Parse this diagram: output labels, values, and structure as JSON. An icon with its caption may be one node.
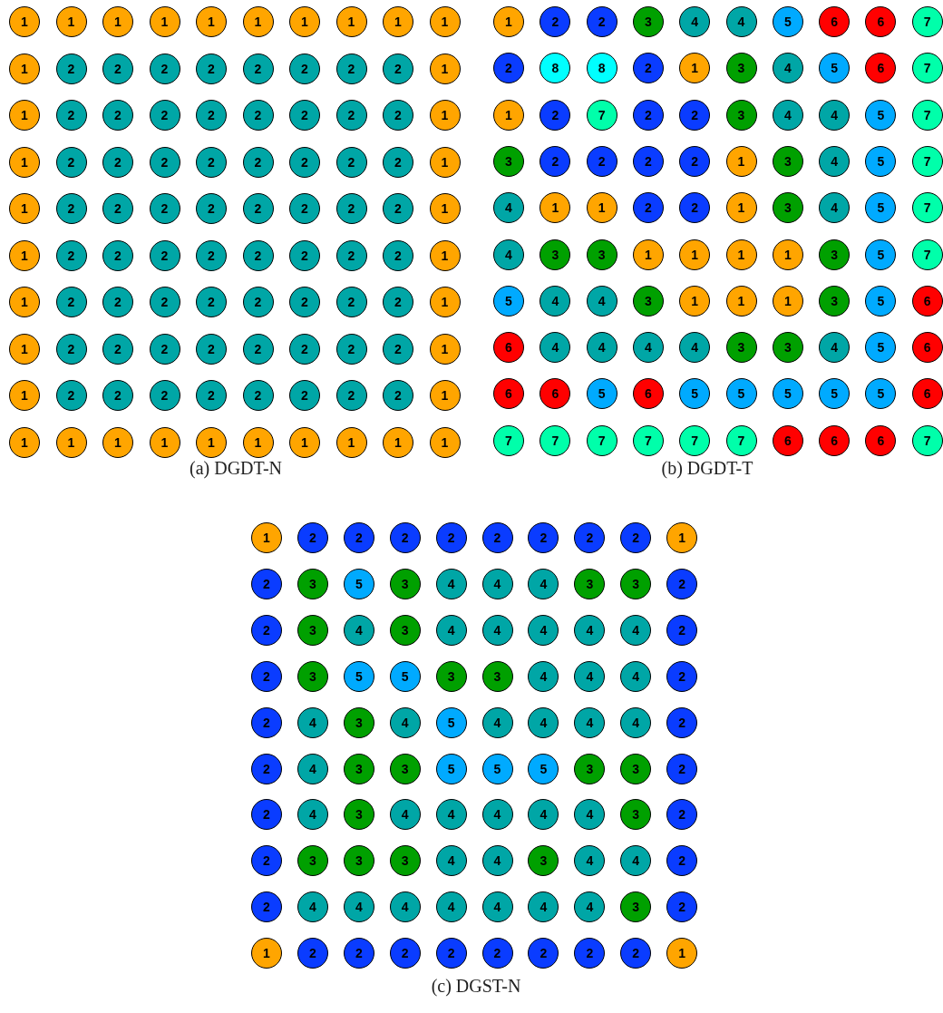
{
  "diagram": {
    "nodes": [
      {
        "text": [
          "1"
        ]
      },
      {
        "text": [
          "1"
        ]
      },
      {
        "text": [
          "1"
        ]
      },
      {
        "text": [
          "1"
        ]
      },
      {
        "text": [
          "1"
        ]
      },
      {
        "text": [
          "1"
        ]
      },
      {
        "text": [
          "1"
        ]
      },
      {
        "text": [
          "1"
        ]
      },
      {
        "text": [
          "1"
        ]
      },
      {
        "text": [
          "1"
        ]
      },
      {
        "text": [
          "1"
        ]
      },
      {
        "text": [
          "2"
        ]
      },
      {
        "text": [
          "2"
        ]
      },
      {
        "text": [
          "2"
        ]
      },
      {
        "text": [
          "2"
        ]
      },
      {
        "text": [
          "2"
        ]
      },
      {
        "text": [
          "2"
        ]
      },
      {
        "text": [
          "2"
        ]
      },
      {
        "text": [
          "2"
        ]
      },
      {
        "text": [
          "1"
        ]
      },
      {
        "text": [
          "1"
        ]
      },
      {
        "text": [
          "2"
        ]
      },
      {
        "text": [
          "2"
        ]
      },
      {
        "text": [
          "2"
        ]
      },
      {
        "text": [
          "2"
        ]
      },
      {
        "text": [
          "2"
        ]
      },
      {
        "text": [
          "2"
        ]
      },
      {
        "text": [
          "2"
        ]
      },
      {
        "text": [
          "2"
        ]
      },
      {
        "text": [
          "1"
        ]
      },
      {
        "text": [
          "1"
        ]
      },
      {
        "text": [
          "2"
        ]
      },
      {
        "text": [
          "2"
        ]
      },
      {
        "text": [
          "2"
        ]
      },
      {
        "text": [
          "2"
        ]
      },
      {
        "text": [
          "2"
        ]
      },
      {
        "text": [
          "2"
        ]
      },
      {
        "text": [
          "2"
        ]
      },
      {
        "text": [
          "2"
        ]
      },
      {
        "text": [
          "1"
        ]
      },
      {
        "text": [
          "1"
        ]
      },
      {
        "text": [
          "2"
        ]
      },
      {
        "text": [
          "2"
        ]
      },
      {
        "text": [
          "2"
        ]
      },
      {
        "text": [
          "2"
        ]
      },
      {
        "text": [
          "2"
        ]
      },
      {
        "text": [
          "2"
        ]
      },
      {
        "text": [
          "2"
        ]
      },
      {
        "text": [
          "2"
        ]
      },
      {
        "text": [
          "1"
        ]
      },
      {
        "text": [
          "1"
        ]
      },
      {
        "text": [
          "2"
        ]
      },
      {
        "text": [
          "2"
        ]
      },
      {
        "text": [
          "2"
        ]
      },
      {
        "text": [
          "2"
        ]
      },
      {
        "text": [
          "2"
        ]
      },
      {
        "text": [
          "2"
        ]
      },
      {
        "text": [
          "2"
        ]
      },
      {
        "text": [
          "2"
        ]
      },
      {
        "text": [
          "1"
        ]
      },
      {
        "text": [
          "1"
        ]
      },
      {
        "text": [
          "2"
        ]
      },
      {
        "text": [
          "2"
        ]
      },
      {
        "text": [
          "2"
        ]
      },
      {
        "text": [
          "2"
        ]
      },
      {
        "text": [
          "2"
        ]
      },
      {
        "text": [
          "2"
        ]
      },
      {
        "text": [
          "2"
        ]
      },
      {
        "text": [
          "2"
        ]
      },
      {
        "text": [
          "1"
        ]
      },
      {
        "text": [
          "1"
        ]
      },
      {
        "text": [
          "2"
        ]
      },
      {
        "text": [
          "2"
        ]
      },
      {
        "text": [
          "2"
        ]
      },
      {
        "text": [
          "2"
        ]
      },
      {
        "text": [
          "2"
        ]
      },
      {
        "text": [
          "2"
        ]
      },
      {
        "text": [
          "2"
        ]
      },
      {
        "text": [
          "2"
        ]
      },
      {
        "text": [
          "1"
        ]
      },
      {
        "text": [
          "1"
        ]
      },
      {
        "text": [
          "2"
        ]
      },
      {
        "text": [
          "2"
        ]
      },
      {
        "text": [
          "2"
        ]
      },
      {
        "text": [
          "2"
        ]
      },
      {
        "text": [
          "2"
        ]
      },
      {
        "text": [
          "2"
        ]
      },
      {
        "text": [
          "2"
        ]
      },
      {
        "text": [
          "2"
        ]
      },
      {
        "text": [
          "1"
        ]
      },
      {
        "text": [
          "1"
        ]
      },
      {
        "text": [
          "1"
        ]
      },
      {
        "text": [
          "1"
        ]
      },
      {
        "text": [
          "1"
        ]
      },
      {
        "text": [
          "1"
        ]
      },
      {
        "text": [
          "1"
        ]
      },
      {
        "text": [
          "1"
        ]
      },
      {
        "text": [
          "1"
        ]
      },
      {
        "text": [
          "1"
        ]
      },
      {
        "text": [
          "1"
        ]
      },
      {
        "text": [
          "1"
        ]
      },
      {
        "text": [
          "2"
        ]
      },
      {
        "text": [
          "2"
        ]
      },
      {
        "text": [
          "3"
        ]
      },
      {
        "text": [
          "4"
        ]
      },
      {
        "text": [
          "4"
        ]
      },
      {
        "text": [
          "5"
        ]
      },
      {
        "text": [
          "6"
        ]
      },
      {
        "text": [
          "6"
        ]
      },
      {
        "text": [
          "7"
        ]
      },
      {
        "text": [
          "2"
        ]
      },
      {
        "text": [
          "8"
        ]
      },
      {
        "text": [
          "8"
        ]
      },
      {
        "text": [
          "2"
        ]
      },
      {
        "text": [
          "1"
        ]
      },
      {
        "text": [
          "3"
        ]
      },
      {
        "text": [
          "4"
        ]
      },
      {
        "text": [
          "5"
        ]
      },
      {
        "text": [
          "6"
        ]
      },
      {
        "text": [
          "7"
        ]
      },
      {
        "text": [
          "1"
        ]
      },
      {
        "text": [
          "2"
        ]
      },
      {
        "text": [
          "7"
        ]
      },
      {
        "text": [
          "2"
        ]
      },
      {
        "text": [
          "2"
        ]
      },
      {
        "text": [
          "3"
        ]
      },
      {
        "text": [
          "4"
        ]
      },
      {
        "text": [
          "4"
        ]
      },
      {
        "text": [
          "5"
        ]
      },
      {
        "text": [
          "7"
        ]
      },
      {
        "text": [
          "3"
        ]
      },
      {
        "text": [
          "2"
        ]
      },
      {
        "text": [
          "2"
        ]
      },
      {
        "text": [
          "2"
        ]
      },
      {
        "text": [
          "2"
        ]
      },
      {
        "text": [
          "1"
        ]
      },
      {
        "text": [
          "3"
        ]
      },
      {
        "text": [
          "4"
        ]
      },
      {
        "text": [
          "5"
        ]
      },
      {
        "text": [
          "7"
        ]
      },
      {
        "text": [
          "4"
        ]
      },
      {
        "text": [
          "1"
        ]
      },
      {
        "text": [
          "1"
        ]
      },
      {
        "text": [
          "2"
        ]
      },
      {
        "text": [
          "2"
        ]
      },
      {
        "text": [
          "1"
        ]
      },
      {
        "text": [
          "3"
        ]
      },
      {
        "text": [
          "4"
        ]
      },
      {
        "text": [
          "5"
        ]
      },
      {
        "text": [
          "7"
        ]
      },
      {
        "text": [
          "4"
        ]
      },
      {
        "text": [
          "3"
        ]
      },
      {
        "text": [
          "3"
        ]
      },
      {
        "text": [
          "1"
        ]
      },
      {
        "text": [
          "1"
        ]
      },
      {
        "text": [
          "1"
        ]
      },
      {
        "text": [
          "1"
        ]
      },
      {
        "text": [
          "3"
        ]
      },
      {
        "text": [
          "5"
        ]
      },
      {
        "text": [
          "7"
        ]
      },
      {
        "text": [
          "5"
        ]
      },
      {
        "text": [
          "4"
        ]
      },
      {
        "text": [
          "4"
        ]
      },
      {
        "text": [
          "3"
        ]
      },
      {
        "text": [
          "1"
        ]
      },
      {
        "text": [
          "1"
        ]
      },
      {
        "text": [
          "1"
        ]
      },
      {
        "text": [
          "3"
        ]
      },
      {
        "text": [
          "5"
        ]
      },
      {
        "text": [
          "6"
        ]
      },
      {
        "text": [
          "6"
        ]
      },
      {
        "text": [
          "4"
        ]
      },
      {
        "text": [
          "4"
        ]
      },
      {
        "text": [
          "4"
        ]
      },
      {
        "text": [
          "4"
        ]
      },
      {
        "text": [
          "3"
        ]
      },
      {
        "text": [
          "3"
        ]
      },
      {
        "text": [
          "4"
        ]
      },
      {
        "text": [
          "5"
        ]
      },
      {
        "text": [
          "6"
        ]
      },
      {
        "text": [
          "6"
        ]
      },
      {
        "text": [
          "6"
        ]
      },
      {
        "text": [
          "5"
        ]
      },
      {
        "text": [
          "6"
        ]
      },
      {
        "text": [
          "5"
        ]
      },
      {
        "text": [
          "5"
        ]
      },
      {
        "text": [
          "5"
        ]
      },
      {
        "text": [
          "5"
        ]
      },
      {
        "text": [
          "5"
        ]
      },
      {
        "text": [
          "6"
        ]
      },
      {
        "text": [
          "7"
        ]
      },
      {
        "text": [
          "7"
        ]
      },
      {
        "text": [
          "7"
        ]
      },
      {
        "text": [
          "7"
        ]
      },
      {
        "text": [
          "7"
        ]
      },
      {
        "text": [
          "7"
        ]
      },
      {
        "text": [
          "6"
        ]
      },
      {
        "text": [
          "6"
        ]
      },
      {
        "text": [
          "6"
        ]
      },
      {
        "text": [
          "7"
        ]
      },
      {
        "text": [
          "1"
        ]
      },
      {
        "text": [
          "2"
        ]
      },
      {
        "text": [
          "2"
        ]
      },
      {
        "text": [
          "2"
        ]
      },
      {
        "text": [
          "2"
        ]
      },
      {
        "text": [
          "2"
        ]
      },
      {
        "text": [
          "2"
        ]
      },
      {
        "text": [
          "2"
        ]
      },
      {
        "text": [
          "2"
        ]
      },
      {
        "text": [
          "1"
        ]
      },
      {
        "text": [
          "2"
        ]
      },
      {
        "text": [
          "3"
        ]
      },
      {
        "text": [
          "5"
        ]
      },
      {
        "text": [
          "3"
        ]
      },
      {
        "text": [
          "4"
        ]
      },
      {
        "text": [
          "4"
        ]
      },
      {
        "text": [
          "4"
        ]
      },
      {
        "text": [
          "3"
        ]
      },
      {
        "text": [
          "3"
        ]
      },
      {
        "text": [
          "2"
        ]
      },
      {
        "text": [
          "2"
        ]
      },
      {
        "text": [
          "3"
        ]
      },
      {
        "text": [
          "4"
        ]
      },
      {
        "text": [
          "3"
        ]
      },
      {
        "text": [
          "4"
        ]
      },
      {
        "text": [
          "4"
        ]
      },
      {
        "text": [
          "4"
        ]
      },
      {
        "text": [
          "4"
        ]
      },
      {
        "text": [
          "4"
        ]
      },
      {
        "text": [
          "2"
        ]
      },
      {
        "text": [
          "2"
        ]
      },
      {
        "text": [
          "3"
        ]
      },
      {
        "text": [
          "5"
        ]
      },
      {
        "text": [
          "5"
        ]
      },
      {
        "text": [
          "3"
        ]
      },
      {
        "text": [
          "3"
        ]
      },
      {
        "text": [
          "4"
        ]
      },
      {
        "text": [
          "4"
        ]
      },
      {
        "text": [
          "4"
        ]
      },
      {
        "text": [
          "2"
        ]
      },
      {
        "text": [
          "2"
        ]
      },
      {
        "text": [
          "4"
        ]
      },
      {
        "text": [
          "3"
        ]
      },
      {
        "text": [
          "4"
        ]
      },
      {
        "text": [
          "5"
        ]
      },
      {
        "text": [
          "4"
        ]
      },
      {
        "text": [
          "4"
        ]
      },
      {
        "text": [
          "4"
        ]
      },
      {
        "text": [
          "4"
        ]
      },
      {
        "text": [
          "2"
        ]
      },
      {
        "text": [
          "2"
        ]
      },
      {
        "text": [
          "4"
        ]
      },
      {
        "text": [
          "3"
        ]
      },
      {
        "text": [
          "3"
        ]
      },
      {
        "text": [
          "5"
        ]
      },
      {
        "text": [
          "5"
        ]
      },
      {
        "text": [
          "5"
        ]
      },
      {
        "text": [
          "3"
        ]
      },
      {
        "text": [
          "3"
        ]
      },
      {
        "text": [
          "2"
        ]
      },
      {
        "text": [
          "2"
        ]
      },
      {
        "text": [
          "4"
        ]
      },
      {
        "text": [
          "3"
        ]
      },
      {
        "text": [
          "4"
        ]
      },
      {
        "text": [
          "4"
        ]
      },
      {
        "text": [
          "4"
        ]
      },
      {
        "text": [
          "4"
        ]
      },
      {
        "text": [
          "4"
        ]
      },
      {
        "text": [
          "3"
        ]
      },
      {
        "text": [
          "2"
        ]
      },
      {
        "text": [
          "2"
        ]
      },
      {
        "text": [
          "3"
        ]
      },
      {
        "text": [
          "3"
        ]
      },
      {
        "text": [
          "3"
        ]
      },
      {
        "text": [
          "4"
        ]
      },
      {
        "text": [
          "4"
        ]
      },
      {
        "text": [
          "3"
        ]
      },
      {
        "text": [
          "4"
        ]
      },
      {
        "text": [
          "4"
        ]
      },
      {
        "text": [
          "2"
        ]
      },
      {
        "text": [
          "2"
        ]
      },
      {
        "text": [
          "4"
        ]
      },
      {
        "text": [
          "4"
        ]
      },
      {
        "text": [
          "4"
        ]
      },
      {
        "text": [
          "4"
        ]
      },
      {
        "text": [
          "4"
        ]
      },
      {
        "text": [
          "4"
        ]
      },
      {
        "text": [
          "4"
        ]
      },
      {
        "text": [
          "3"
        ]
      },
      {
        "text": [
          "2"
        ]
      },
      {
        "text": [
          "1"
        ]
      },
      {
        "text": [
          "2"
        ]
      },
      {
        "text": [
          "2"
        ]
      },
      {
        "text": [
          "2"
        ]
      },
      {
        "text": [
          "2"
        ]
      },
      {
        "text": [
          "2"
        ]
      },
      {
        "text": [
          "2"
        ]
      },
      {
        "text": [
          "2"
        ]
      },
      {
        "text": [
          "2"
        ]
      },
      {
        "text": [
          "1"
        ]
      }
    ],
    "labels": [
      "(a) DGDT-N",
      "(b) DGDT-T",
      "(c) DGST-N"
    ]
  }
}
